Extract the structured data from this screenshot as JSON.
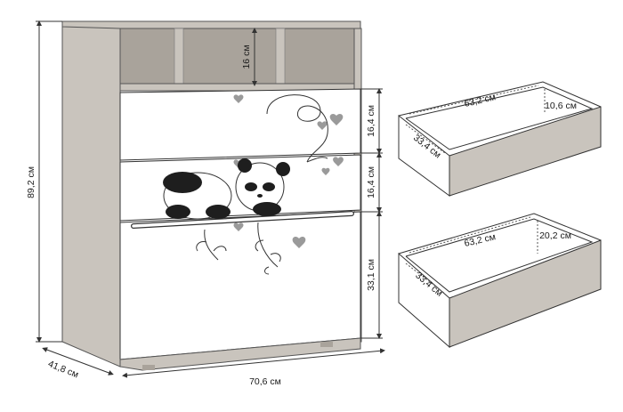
{
  "dimensions": {
    "total_height": "89,2 см",
    "depth": "41,8 см",
    "width": "70,6 см",
    "shelf_height": "16 см",
    "drawer1_height": "16,4 см",
    "drawer2_height": "16,4 см",
    "drawer3_height": "33,1 см"
  },
  "small_drawer": {
    "width": "63,2 см",
    "height": "10,6 см",
    "depth": "33,4 см"
  },
  "large_drawer": {
    "width": "63,2 см",
    "height": "20,2 см",
    "depth": "33,4 см"
  },
  "colors": {
    "wood": "#c9c4bd",
    "wood_dark": "#a9a39b",
    "drawer_front": "#ffffff",
    "outline": "#333333",
    "panda": "#1e1e1e",
    "heart": "#9a9a9a"
  }
}
